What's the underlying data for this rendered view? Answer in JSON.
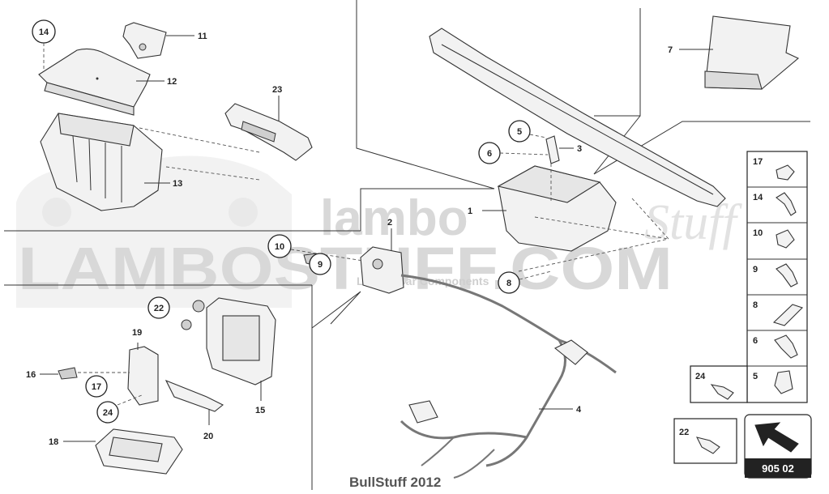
{
  "watermark": {
    "brand": "LAMBOSTUFF.COM",
    "logo": "lambo",
    "script": "Stuff",
    "tagline": "Luxury Car Components"
  },
  "callouts": {
    "c1": "1",
    "c2": "2",
    "c3": "3",
    "c4": "4",
    "c5": "5",
    "c6": "6",
    "c7": "7",
    "c8": "8",
    "c9": "9",
    "c10": "10",
    "c11": "11",
    "c12": "12",
    "c13": "13",
    "c14": "14",
    "c15": "15",
    "c16": "16",
    "c17": "17",
    "c18": "18",
    "c19": "19",
    "c20": "20",
    "c22": "22",
    "c23": "23",
    "c24": "24"
  },
  "legend": {
    "items": [
      "17",
      "14",
      "10",
      "9",
      "8",
      "6",
      "5"
    ],
    "extra_24": "24",
    "extra_22": "22"
  },
  "reference": {
    "code": "905 02",
    "icon": "arrow-icon"
  },
  "footer": "BullStuff 2012"
}
